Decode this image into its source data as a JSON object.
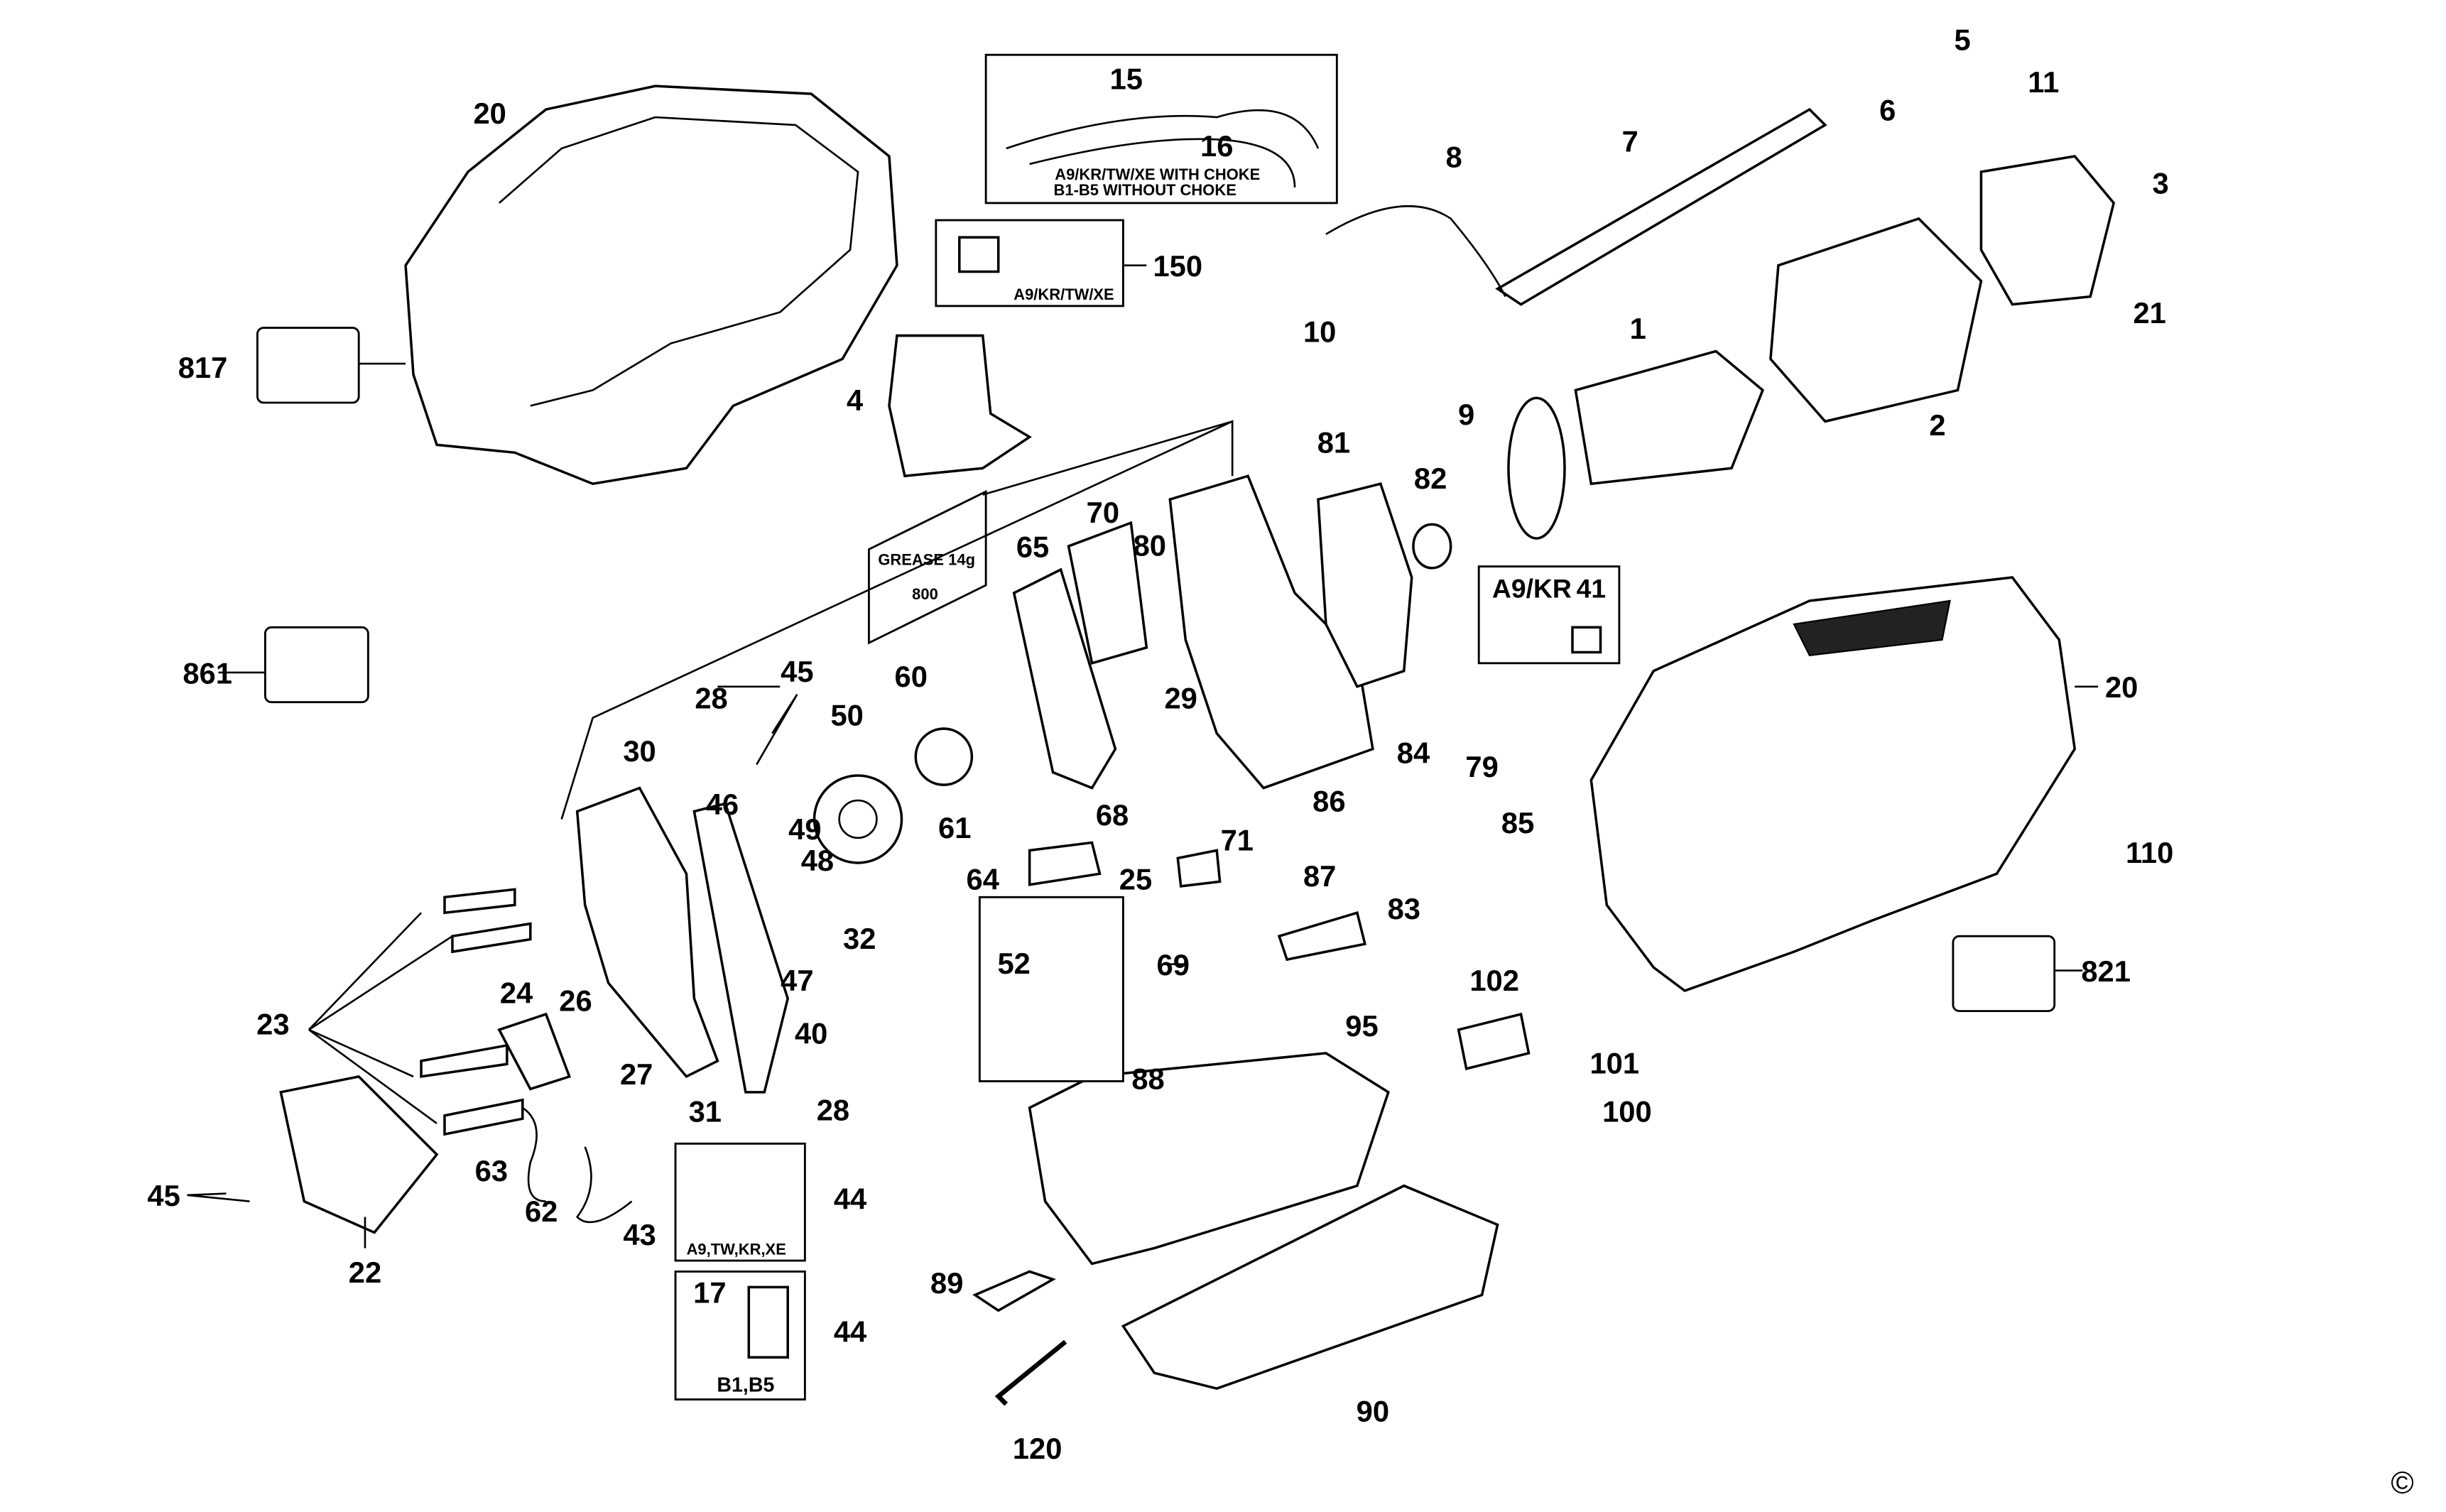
{
  "diagram": {
    "type": "exploded parts diagram",
    "colors": {
      "ink": "#000000",
      "background": "#ffffff"
    },
    "notes": {
      "wire_box_line1": "A9/KR/TW/XE WITH CHOKE",
      "wire_box_line2": "B1-B5 WITHOUT CHOKE",
      "choke_box": "A9/KR/TW/XE",
      "grease_line1": "GREASE 14g",
      "grease_line2": "800",
      "bushing_box": "A9/KR",
      "variant_box_1": "A9,TW,KR,XE",
      "variant_box_2": "B1,B5",
      "copyright": "©"
    },
    "labels": [
      "20",
      "817",
      "4",
      "15",
      "16",
      "150",
      "5",
      "6",
      "11",
      "3",
      "21",
      "8",
      "7",
      "10",
      "9",
      "1",
      "2",
      "81",
      "82",
      "70",
      "80",
      "65",
      "41",
      "861",
      "20",
      "28",
      "45",
      "60",
      "50",
      "30",
      "46",
      "49",
      "48",
      "32",
      "47",
      "61",
      "29",
      "68",
      "71",
      "64",
      "25",
      "84",
      "79",
      "86",
      "85",
      "87",
      "83",
      "110",
      "821",
      "69",
      "52",
      "95",
      "102",
      "101",
      "100",
      "23",
      "24",
      "26",
      "27",
      "31",
      "40",
      "28",
      "88",
      "63",
      "62",
      "43",
      "44",
      "45",
      "22",
      "17",
      "44",
      "89",
      "90",
      "120"
    ]
  }
}
